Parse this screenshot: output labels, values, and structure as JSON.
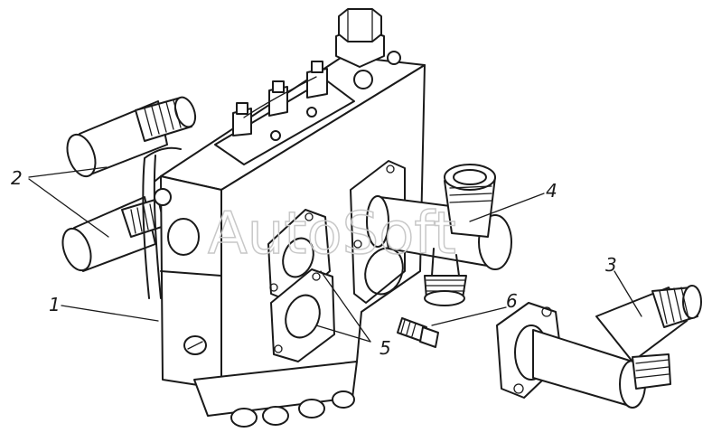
{
  "watermark": {
    "text": "AutoSoft"
  },
  "callouts": [
    {
      "id": "1",
      "label": "1"
    },
    {
      "id": "2",
      "label": "2"
    },
    {
      "id": "3",
      "label": "3"
    },
    {
      "id": "4",
      "label": "4"
    },
    {
      "id": "5",
      "label": "5"
    },
    {
      "id": "6",
      "label": "6"
    }
  ],
  "colors": {
    "ink": "#1a1a1a",
    "paper": "#ffffff",
    "watermark": "#c8c8c8"
  }
}
